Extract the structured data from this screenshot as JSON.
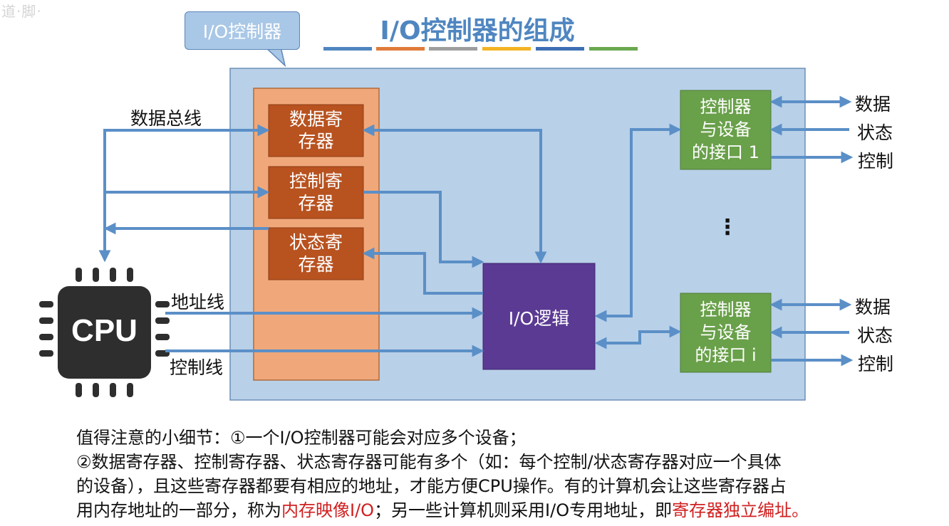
{
  "watermark": "道·脚·",
  "callout": "I/O控制器",
  "title": "I/O控制器的组成",
  "title_underline_colors": [
    "#4f86c0",
    "#e07b39",
    "#9e9e9e",
    "#f3b323",
    "#3e6fb5",
    "#6aa84f"
  ],
  "buses": {
    "data_bus": "数据总线",
    "address_bus": "地址线",
    "control_bus": "控制线"
  },
  "registers": [
    {
      "line1": "数据寄",
      "line2": "存器"
    },
    {
      "line1": "控制寄",
      "line2": "存器"
    },
    {
      "line1": "状态寄",
      "line2": "存器"
    }
  ],
  "io_logic": "I/O逻辑",
  "interfaces": [
    {
      "line1": "控制器",
      "line2": "与设备",
      "line3": "的接口 1"
    },
    {
      "line1": "控制器",
      "line2": "与设备",
      "line3": "的接口 i"
    }
  ],
  "signals": [
    {
      "data": "数据",
      "status": "状态",
      "control": "控制"
    },
    {
      "data": "数据",
      "status": "状态",
      "control": "控制"
    }
  ],
  "ellipsis": "⋮",
  "cpu_label": "CPU",
  "notes": {
    "line1": "值得注意的小细节：①一个I/O控制器可能会对应多个设备；",
    "line2": "②数据寄存器、控制寄存器、状态寄存器可能有多个（如：每个控制/状态寄存器对应一个具体",
    "line3": "的设备），且这些寄存器都要有相应的地址，才能方便CPU操作。有的计算机会让这些寄存器占",
    "line4_a": "用内存地址的一部分，称为",
    "line4_b": "内存映像I/O",
    "line4_c": "；另一些计算机则采用I/O专用地址，即",
    "line4_d": "寄存器独立编址。"
  },
  "colors": {
    "controller_bg": "#b8d0e8",
    "register_panel": "#f0a87a",
    "register": "#b8521f",
    "io_logic": "#5b3a93",
    "interface": "#69a04a",
    "arrow": "#5b8fc7",
    "cpu": "#2e2e2e",
    "emphasis": "#d02020"
  }
}
